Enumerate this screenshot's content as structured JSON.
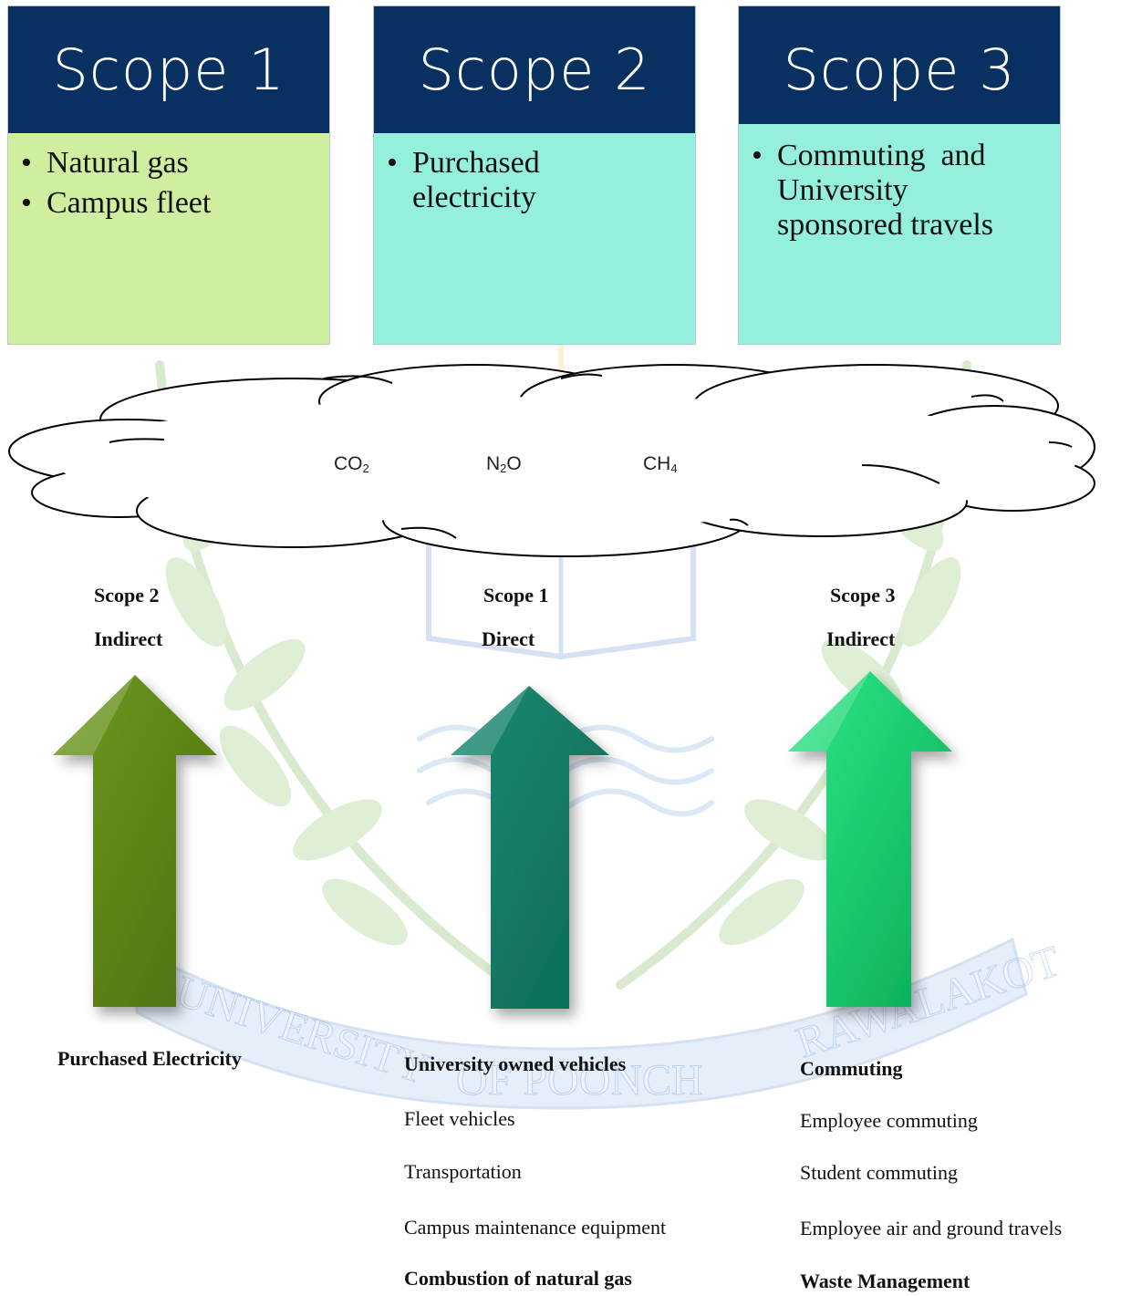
{
  "scopes": [
    {
      "title": "Scope 1",
      "items": [
        "Natural gas",
        "Campus fleet"
      ],
      "color": "#cfeea0"
    },
    {
      "title": "Scope 2",
      "items": [
        "Purchased electricity"
      ],
      "color": "#94efdc"
    },
    {
      "title": "Scope 3",
      "items": [
        "Commuting  and University sponsored travels"
      ],
      "color": "#94efdc"
    }
  ],
  "header_color": "#083061",
  "gases": [
    {
      "main": "CO",
      "sub": "2"
    },
    {
      "main": "N",
      "sub": "2",
      "tail": "O"
    },
    {
      "main": "CH",
      "sub": "4"
    }
  ],
  "arrows": [
    {
      "scope": "Scope 2",
      "type": "Indirect",
      "color": "#5a7d16"
    },
    {
      "scope": "Scope 1",
      "type": "Direct",
      "color": "#127a63"
    },
    {
      "scope": "Scope 3",
      "type": "Indirect",
      "color": "#10c466"
    }
  ],
  "sources": {
    "scope2": {
      "heading": "Purchased Electricity"
    },
    "scope1": {
      "heading": "University owned vehicles",
      "items": [
        "Fleet vehicles",
        "Transportation",
        "Campus maintenance equipment"
      ],
      "heading2": "Combustion of natural gas"
    },
    "scope3": {
      "heading": "Commuting",
      "items": [
        "Employee commuting",
        "Student commuting",
        "Employee air and ground travels"
      ],
      "heading2": "Waste Management"
    }
  },
  "watermark": {
    "left": "UNIVERSITY",
    "middle": "OF POONCH",
    "right": "RAWALAKOT"
  }
}
